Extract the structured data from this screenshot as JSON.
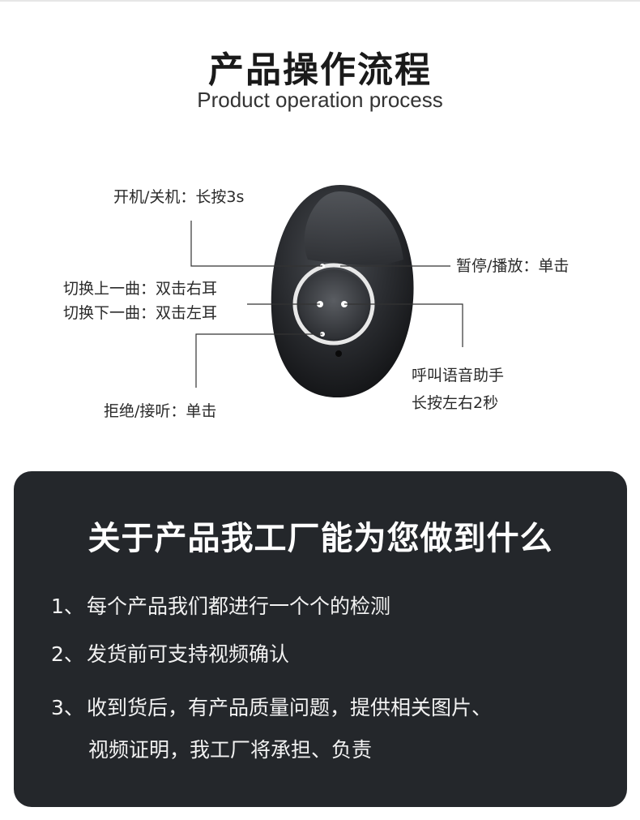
{
  "header": {
    "title": "产品操作流程",
    "subtitle": "Product operation process"
  },
  "diagram": {
    "labels": {
      "power": "开机/关机：长按3s",
      "pause_play": "暂停/播放：单击",
      "prev_track": "切换上一曲：双击右耳",
      "next_track": "切换下一曲：双击左耳",
      "reject_answer": "拒绝/接听：单击",
      "voice_assistant_line1": "呼叫语音助手",
      "voice_assistant_line2": "长按左右2秒"
    },
    "colors": {
      "device_body": "#2b2d30",
      "ring": "#e8e8e8",
      "leader_line": "#333333"
    }
  },
  "factory": {
    "title": "关于产品我工厂能为您做到什么",
    "items": [
      {
        "num": "1、",
        "text": "每个产品我们都进行一个个的检测"
      },
      {
        "num": "2、",
        "text": "发货前可支持视频确认"
      },
      {
        "num": "3、",
        "text": "收到货后，有产品质量问题，提供相关图片、",
        "cont": "视频证明，我工厂将承担、负责"
      }
    ],
    "colors": {
      "panel_bg": "#24272b",
      "text": "#f2f2f2"
    }
  }
}
